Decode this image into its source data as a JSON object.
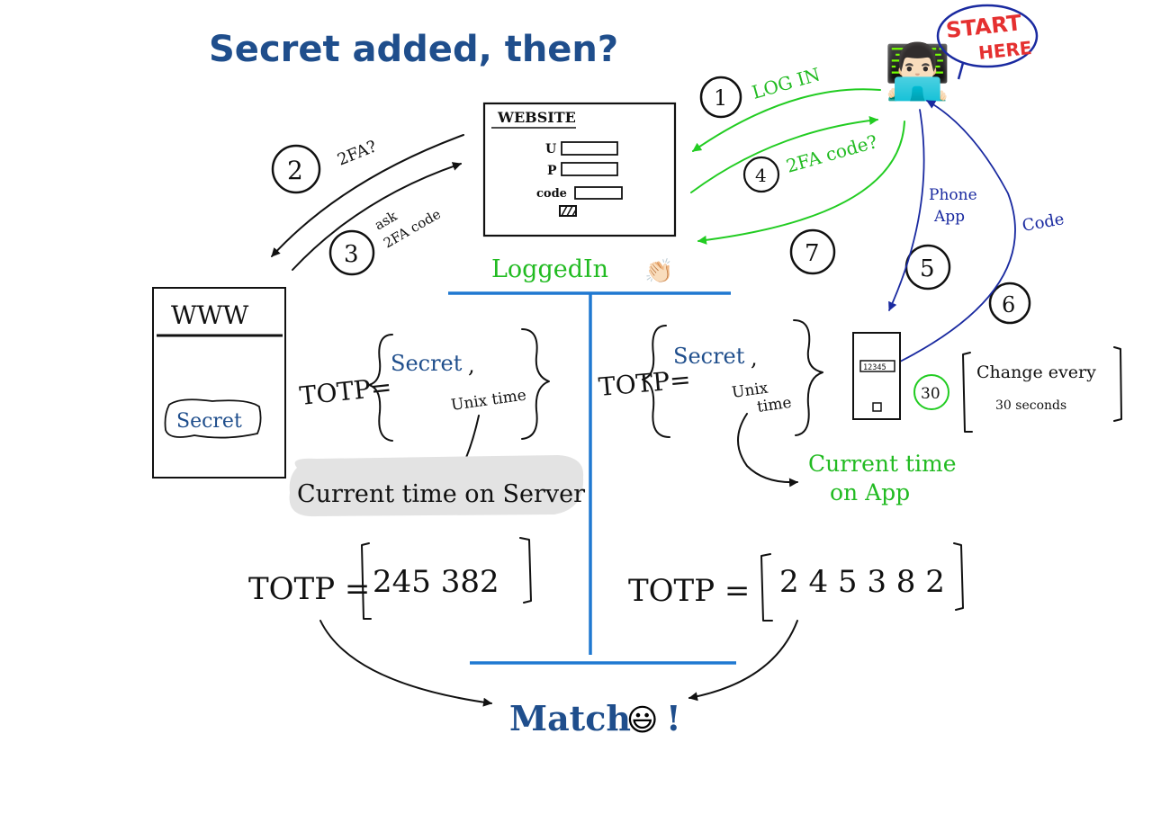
{
  "title": "Secret added, then?",
  "start_badge": {
    "line1": "START",
    "line2": "HERE"
  },
  "user_emoji": "👨🏻‍💻",
  "website_box": {
    "heading": "WEBSITE",
    "user_label": "U",
    "password_label": "P",
    "code_label": "code"
  },
  "www_box": {
    "heading": "WWW",
    "secret_label": "Secret"
  },
  "steps": {
    "s1": "1",
    "s1_label": "LOG IN",
    "s2": "2",
    "s2_label": "2FA?",
    "s3": "3",
    "s3_line1": "ask",
    "s3_line2": "2FA code",
    "s4": "4",
    "s4_label": "2FA code?",
    "s5": "5",
    "s5_line1": "Phone",
    "s5_line2": "App",
    "s6": "6",
    "s6_label": "Code",
    "s7": "7"
  },
  "logged_in": {
    "text": "LoggedIn",
    "emoji": "👏🏻"
  },
  "server_formula": {
    "prefix": "TOTP=",
    "secret": "Secret",
    "comma": ",",
    "unix": "Unix time",
    "note": "Current time on Server"
  },
  "app_formula": {
    "prefix": "TOTP=",
    "secret": "Secret",
    "comma": ",",
    "unix_line1": "Unix",
    "unix_line2": "time",
    "note_line1": "Current time",
    "note_line2": "on App"
  },
  "phone": {
    "display": "12345",
    "timer": "30"
  },
  "change_note": {
    "line1": "Change every",
    "line2": "30 seconds"
  },
  "server_totp": {
    "label": "TOTP =",
    "value": "245 382"
  },
  "app_totp": {
    "label": "TOTP =",
    "value": "2 4 5 3 8 2"
  },
  "match": {
    "text": "Match",
    "emoji": "😃",
    "mark": "!"
  },
  "colors": {
    "blue_ink": "#1f4e8c",
    "green_ink": "#22bb22",
    "navy_ink": "#1a2aa0",
    "divider": "#1f78d1",
    "red_ink": "#e53030"
  }
}
